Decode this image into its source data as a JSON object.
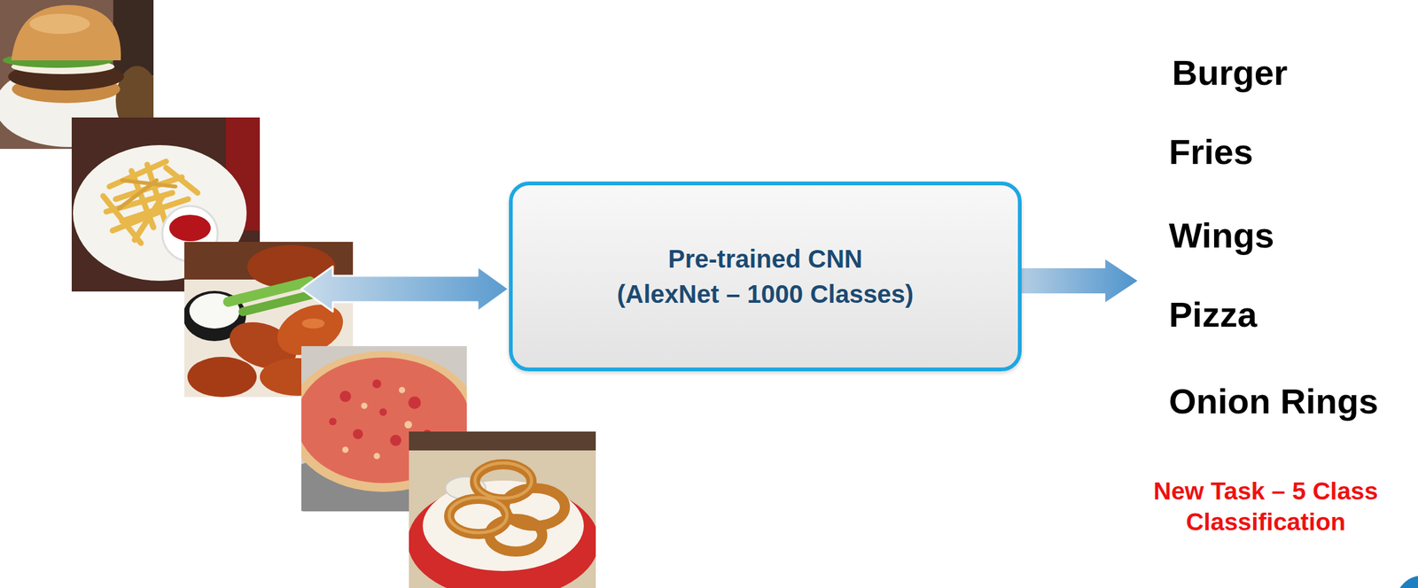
{
  "diagram": {
    "nodes": [
      {
        "text": [
          "Pre-trained CNN (AlexNet – 1000 Classes)"
        ]
      }
    ],
    "labels": [
      "Burger",
      "Fries",
      "Wings",
      "Pizza",
      "Onion Rings",
      "New Task – 5 Class Classification"
    ]
  }
}
